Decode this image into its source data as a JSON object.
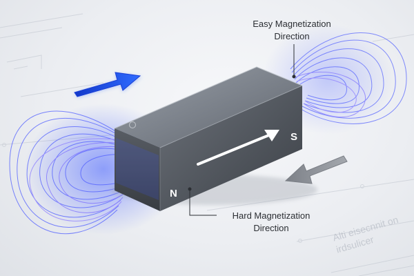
{
  "labels": {
    "easy_line1": "Easy Magnetization",
    "easy_line2": "Direction",
    "hard_line1": "Hard Magnetization",
    "hard_line2": "Direction"
  },
  "poles": {
    "north": "N",
    "south": "S"
  },
  "background_text": {
    "line1": "Alti eisecnnit on",
    "line2": "irdsulicer"
  },
  "colors": {
    "field_lines": "#4f5dff",
    "arrow_blue": "#1d5cff",
    "arrow_gray": "#8c9097",
    "magnet_body": "#5b6068"
  }
}
